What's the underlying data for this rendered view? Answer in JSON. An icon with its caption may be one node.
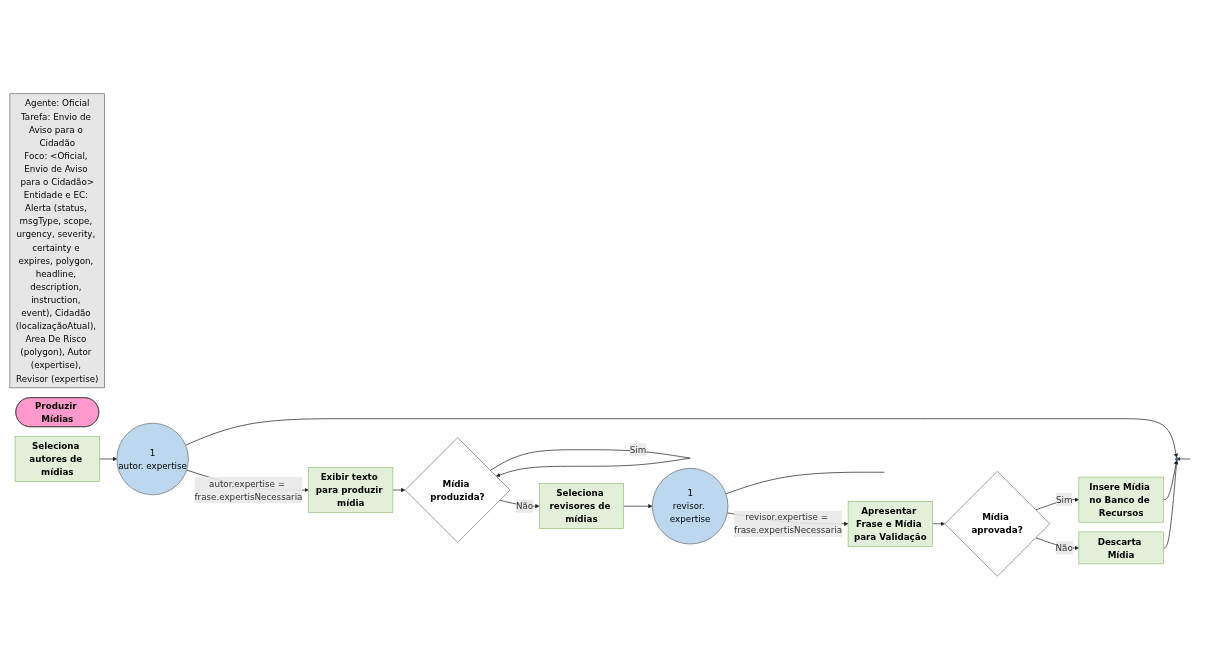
{
  "diagram": {
    "nodes": [
      {
        "text": [
          "Agente: Oficial",
          "Tarefa: Envio de Aviso para o Cidadão",
          "Foco: <Oficial, Envio de Aviso para o Cidadão>",
          "Entidade e EC: Alerta (status, msgType, scope, urgency, severity, certainty e expires, polygon, headline, description, instruction, event), Cidadão (localizaçãoAtual), Area De Risco (polygon), Autor (expertise), Revisor (expertise)"
        ]
      },
      {
        "text": [
          "Produzir Mídias"
        ]
      },
      {
        "text": [
          "Seleciona autores de mídias"
        ]
      },
      {
        "text": [
          "1",
          "autor. expertise"
        ]
      },
      {
        "text": [
          "Exibir texto para produzir mídia"
        ]
      },
      {
        "text": [
          "Mídia produzida?"
        ]
      },
      {
        "text": [
          "Seleciona revisores de mídias"
        ]
      },
      {
        "text": [
          "1",
          "revisor. expertise"
        ]
      },
      {
        "text": [
          "Insere Mídia no Banco de Recursos"
        ]
      },
      {
        "text": [
          "Mídia aprovada?"
        ]
      },
      {
        "text": [],
        "shape": "circle"
      },
      {
        "text": [
          "Apresentar Frase e Mídia para Validação"
        ]
      },
      {
        "text": [
          "Descarta Mídia"
        ]
      }
    ],
    "edges": [
      {
        "from": 2,
        "to": 3,
        "arrow": "to"
      },
      {
        "from": 3,
        "to": 4,
        "arrow": "to",
        "label": "autor.expertise = frase.expertisNecessaria"
      },
      {
        "from": 4,
        "to": 5,
        "arrow": "to"
      },
      {
        "from": 5,
        "to": 5,
        "arrow": "to",
        "label": "Sim"
      },
      {
        "from": 5,
        "to": 6,
        "arrow": "to",
        "label": "Não"
      },
      {
        "from": 6,
        "to": 7,
        "arrow": "to"
      },
      {
        "from": 7,
        "to": 11,
        "arrow": "to",
        "label": "revisor.expertise = frase.expertisNecessaria"
      },
      {
        "from": 11,
        "to": 9,
        "arrow": "to"
      },
      {
        "from": 9,
        "to": 8,
        "arrow": "to",
        "label": "Sim"
      },
      {
        "from": 9,
        "to": 12,
        "arrow": "to",
        "label": "Não"
      },
      {
        "from": 3,
        "to": 10,
        "arrow": "to"
      },
      {
        "from": 8,
        "to": 10,
        "arrow": "to"
      },
      {
        "from": 12,
        "to": 10,
        "arrow": "to"
      },
      {
        "from": null,
        "to": 10,
        "arrow": "to"
      },
      {
        "from": 7,
        "to": null,
        "arrow": "none"
      }
    ]
  }
}
